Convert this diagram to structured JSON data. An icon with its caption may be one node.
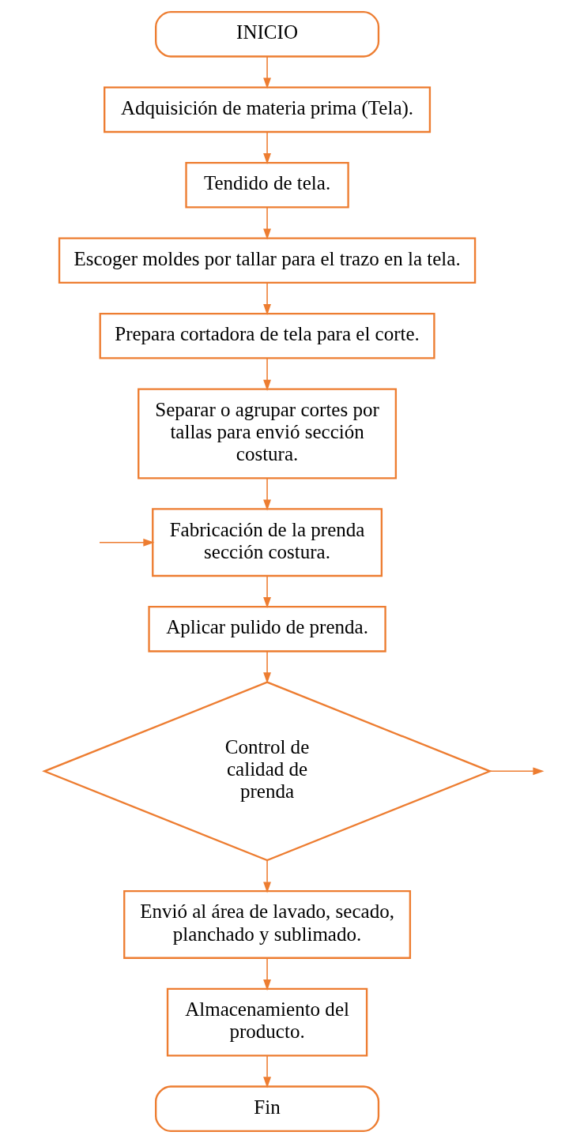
{
  "diagram": {
    "nodes": [
      {
        "text": [
          "INICIO"
        ]
      },
      {
        "text": [
          "Adquisición de materia prima (Tela)."
        ]
      },
      {
        "text": [
          "Tendido de tela."
        ]
      },
      {
        "text": [
          "Escoger moldes por tallar para el trazo en la tela."
        ]
      },
      {
        "text": [
          "Prepara cortadora de tela para el corte."
        ]
      },
      {
        "text": [
          "Separar o agrupar cortes por tallas para envió sección costura."
        ]
      },
      {
        "text": [
          "Fabricación de la prenda sección costura."
        ]
      },
      {
        "text": [
          "Aplicar pulido de prenda."
        ]
      },
      {
        "text": [
          "Control de calidad de prenda"
        ]
      },
      {
        "text": [
          "Envió al área de lavado, secado, planchado y sublimado."
        ]
      },
      {
        "text": [
          "Almacenamiento del producto."
        ]
      },
      {
        "text": [
          "Fin"
        ]
      }
    ],
    "edges": [
      {
        "from": 0,
        "to": 1,
        "arrow": "to"
      },
      {
        "from": 1,
        "to": 2,
        "arrow": "to"
      },
      {
        "from": 2,
        "to": 3,
        "arrow": "to"
      },
      {
        "from": 3,
        "to": 4,
        "arrow": "to"
      },
      {
        "from": 4,
        "to": 5,
        "arrow": "to"
      },
      {
        "from": 5,
        "to": 6,
        "arrow": "to"
      },
      {
        "from": 6,
        "to": 7,
        "arrow": "to"
      },
      {
        "from": 7,
        "to": 8,
        "arrow": "to"
      },
      {
        "from": 8,
        "to": 9,
        "arrow": "to"
      },
      {
        "from": 9,
        "to": 10,
        "arrow": "to"
      },
      {
        "from": 10,
        "to": 11,
        "arrow": "to"
      },
      {
        "from": 8,
        "to": null,
        "arrow": "to"
      },
      {
        "from": null,
        "to": 6,
        "arrow": "to"
      }
    ]
  }
}
